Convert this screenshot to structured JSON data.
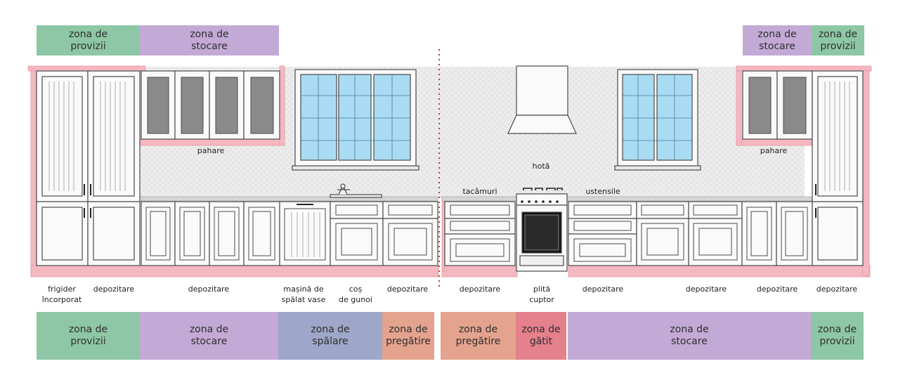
{
  "colors": {
    "provizii": "#8ec7a6",
    "stocare": "#c3aad6",
    "spalare": "#9ea6c9",
    "pregatire": "#e4a38e",
    "gatit": "#e5808d",
    "countertop": "#f5b7c0",
    "cabinet_line": "#4a4a4a",
    "glass": "#a9dcf3",
    "backsplash": "#ececec",
    "divider": "#c0392b"
  },
  "top_zones": {
    "left_provizii": "zona de\nprovizii",
    "left_stocare": "zona de\nstocare",
    "right_stocare": "zona de\nstocare",
    "right_provizii": "zona de\nprovizii"
  },
  "inline_labels": {
    "pahare_left": "pahare",
    "pahare_right": "pahare",
    "hota": "hotă",
    "tacamuri": "tacâmuri",
    "ustensile": "ustensile"
  },
  "cabinet_labels": {
    "frigider": "frigider\nîncorporat",
    "depozitare_1": "depozitare",
    "depozitare_2": "depozitare",
    "masina": "mașină de\nspălat vase",
    "cos": "coș\nde gunoi",
    "depozitare_3": "depozitare",
    "depozitare_4": "depozitare",
    "plita": "plită\ncuptor",
    "depozitare_5": "depozitare",
    "depozitare_6": "depozitare",
    "depozitare_7": "depozitare",
    "depozitare_8": "depozitare"
  },
  "bottom_zones": {
    "provizii_left": "zona de\nprovizii",
    "stocare_left": "zona de\nstocare",
    "spalare": "zona de\nspălare",
    "pregatire_left": "zona de\npregătire",
    "pregatire_right": "zona de\npregătire",
    "gatit": "zona de\ngătit",
    "stocare_right": "zona de\nstocare",
    "provizii_right": "zona de\nprovizii"
  }
}
